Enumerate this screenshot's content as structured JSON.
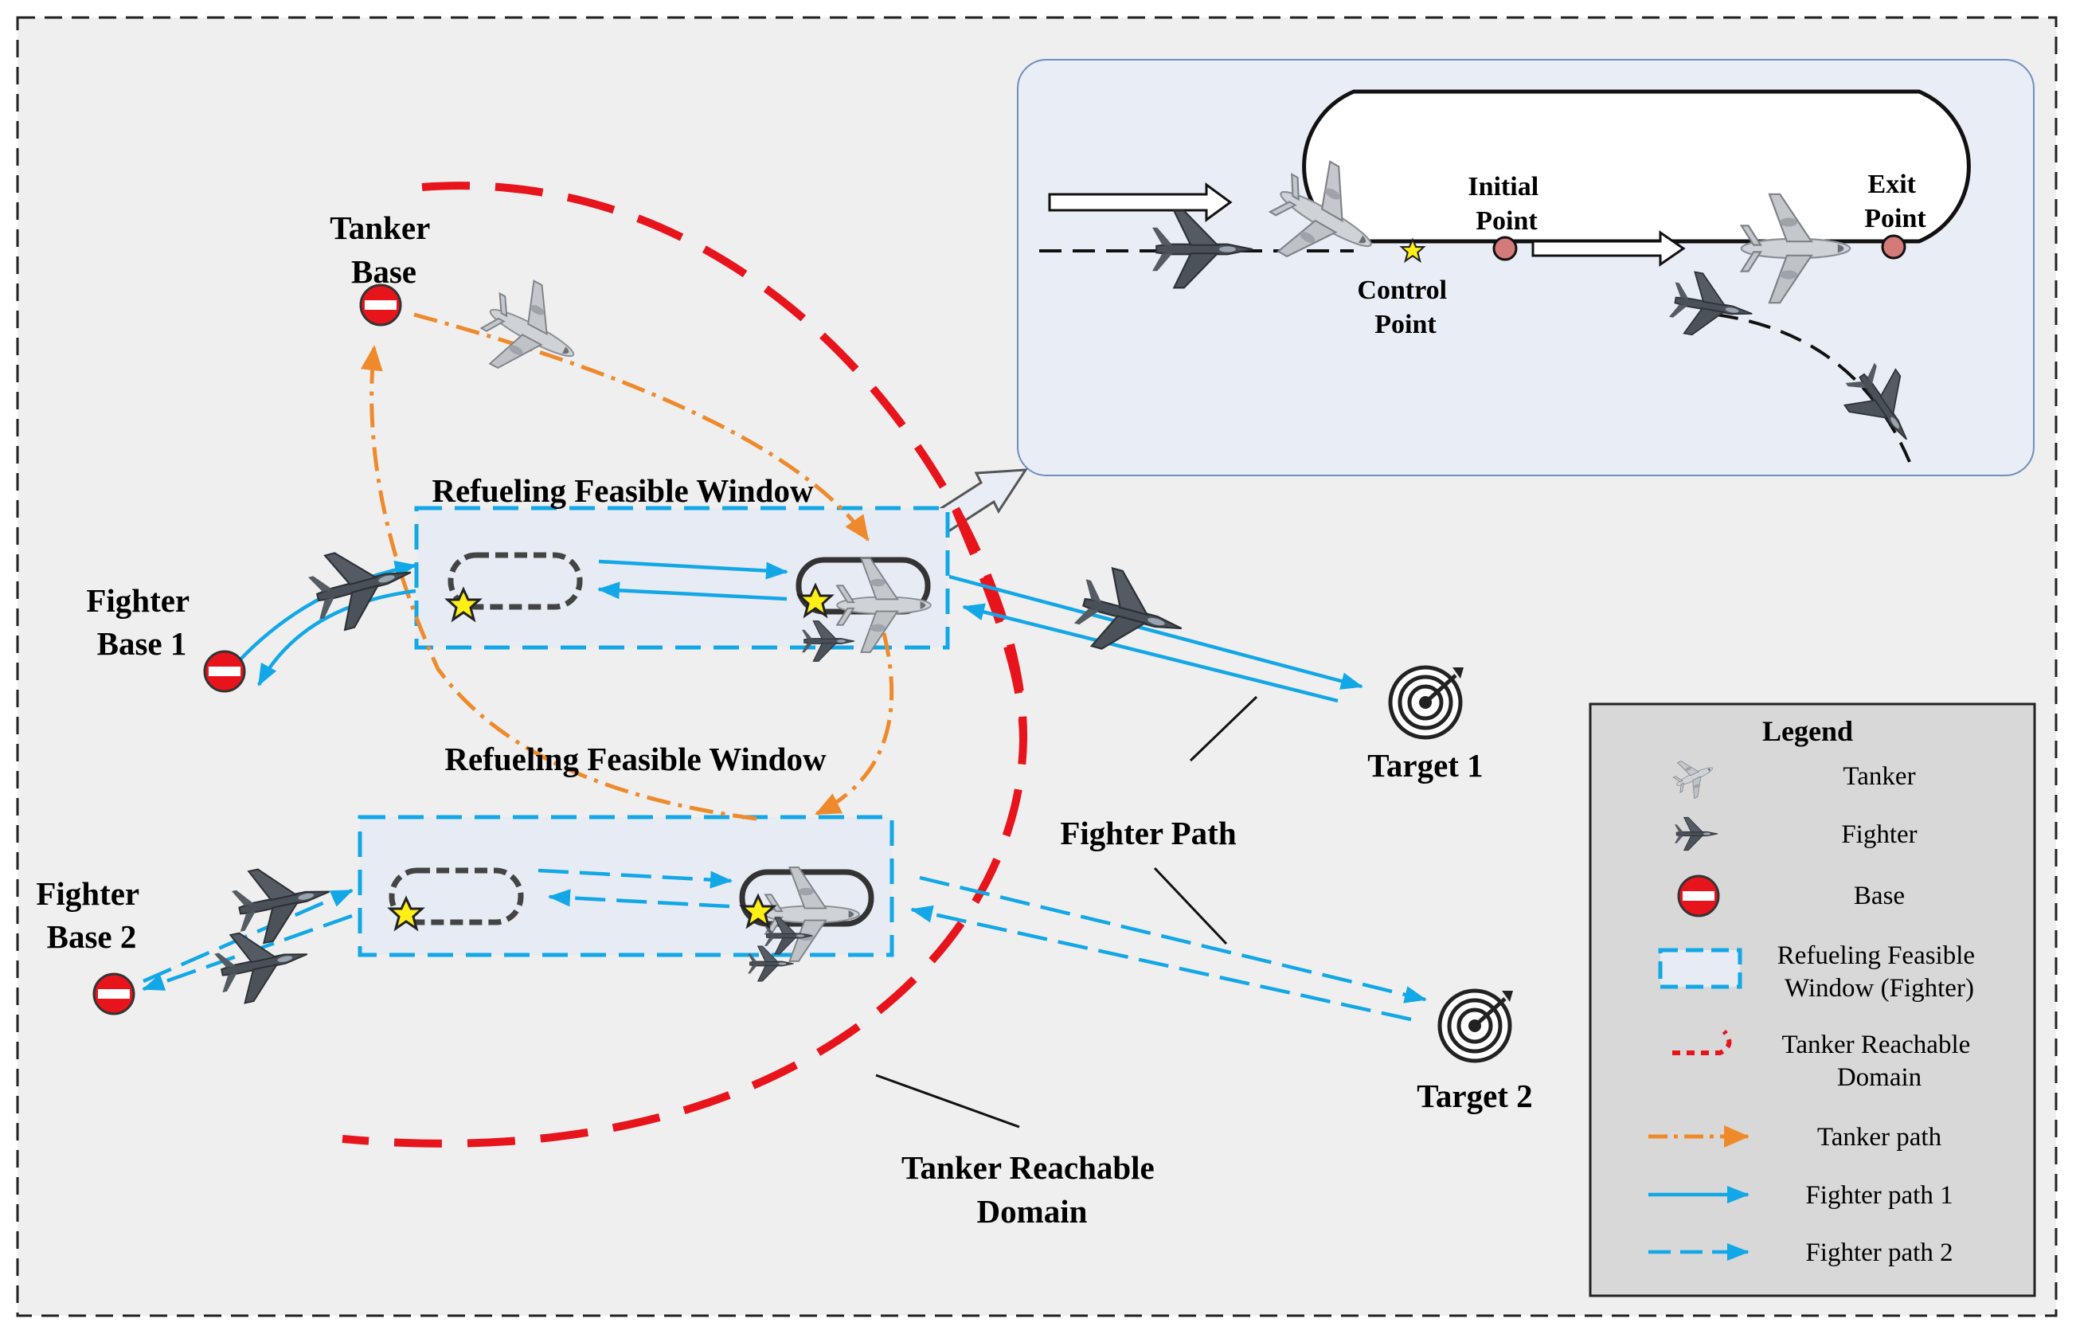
{
  "labels": {
    "tanker_base": [
      "Tanker",
      "Base"
    ],
    "fighter_base_1": [
      "Fighter",
      "Base 1"
    ],
    "fighter_base_2": [
      "Fighter",
      "Base 2"
    ],
    "refuel_window_top": "Refueling Feasible Window",
    "refuel_window_bottom": "Refueling Feasible Window",
    "target_1": "Target 1",
    "target_2": "Target 2",
    "fighter_path": "Fighter Path",
    "tanker_domain": [
      "Tanker Reachable",
      "Domain"
    ]
  },
  "inset": {
    "initial_point": [
      "Initial",
      "Point"
    ],
    "exit_point": [
      "Exit",
      "Point"
    ],
    "control_point": [
      "Control",
      "Point"
    ]
  },
  "legend": {
    "title": "Legend",
    "items": [
      {
        "icon": "tanker-icon",
        "label": [
          "Tanker"
        ]
      },
      {
        "icon": "fighter-icon",
        "label": [
          "Fighter"
        ]
      },
      {
        "icon": "base-icon",
        "label": [
          "Base"
        ]
      },
      {
        "icon": "window-icon",
        "label": [
          "Refueling Feasible",
          "Window (Fighter)"
        ]
      },
      {
        "icon": "domain-icon",
        "label": [
          "Tanker Reachable",
          "Domain"
        ]
      },
      {
        "icon": "tanker-path-icon",
        "label": [
          "Tanker path"
        ]
      },
      {
        "icon": "fighter-path-1-icon",
        "label": [
          "Fighter path 1"
        ]
      },
      {
        "icon": "fighter-path-2-icon",
        "label": [
          "Fighter path 2"
        ]
      }
    ]
  },
  "colors": {
    "background": "#efefef",
    "inset_fill": "#e8edf6",
    "inset_border": "#6f8fc0",
    "window_fill": "#e6ebf4",
    "legend_fill": "#d8d8d8",
    "red": "#e8141c",
    "orange": "#ef8a2c",
    "blue": "#12a7e6",
    "yellow": "#ffef17",
    "marker": "#d47a78"
  }
}
